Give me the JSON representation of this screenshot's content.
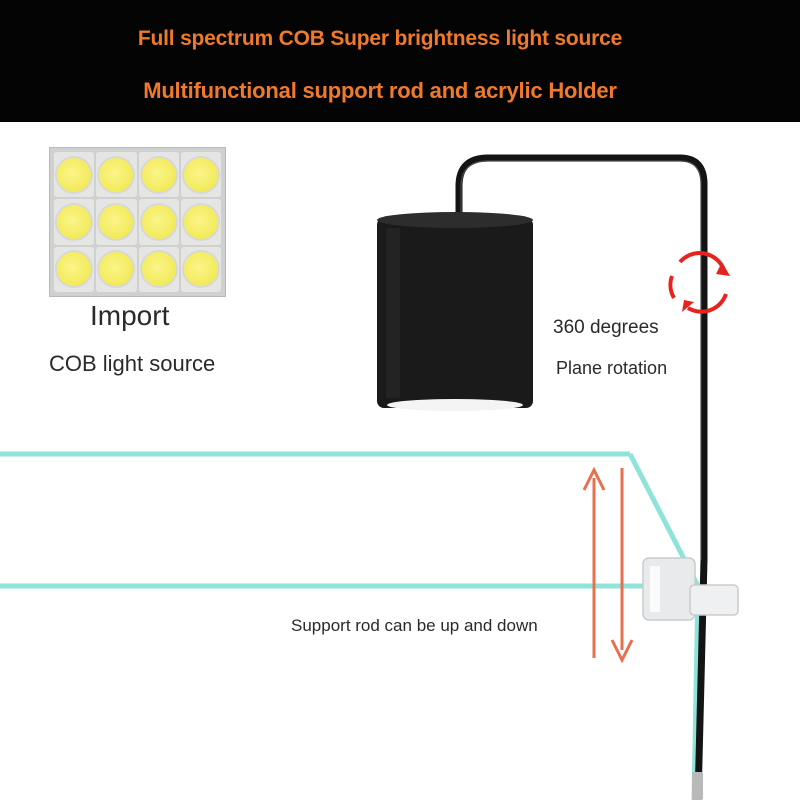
{
  "banner": {
    "line1": "Full spectrum COB Super brightness light source",
    "line2": "Multifunctional support rod and acrylic Holder",
    "text_color": "#f07a2c",
    "background": "#040404"
  },
  "cob": {
    "title": "Import",
    "subtitle": "COB light source",
    "chip_color": "#f2ea5a"
  },
  "rotation": {
    "degrees_label": "360 degrees",
    "plane_label": "Plane rotation",
    "arrow_color": "#e8231e"
  },
  "rod": {
    "label": "Support rod can be up and down",
    "arrow_color": "#e8704e"
  },
  "tank_color": "#8fe3d8",
  "lamp_color": "#1a1a1a"
}
